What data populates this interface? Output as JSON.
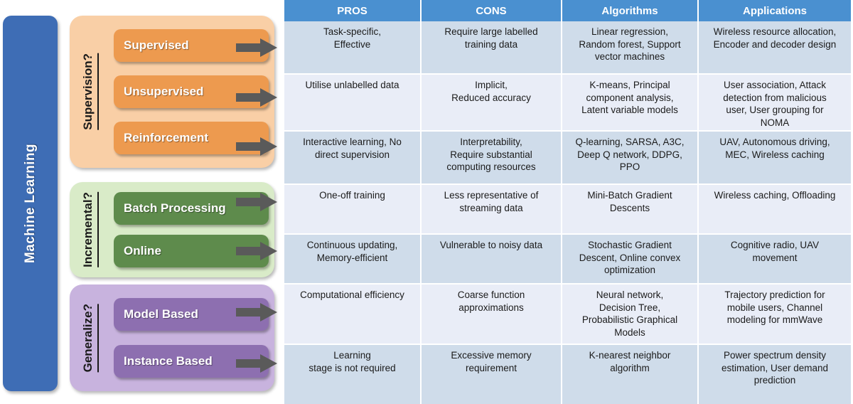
{
  "root": {
    "label": "Machine Learning"
  },
  "groups": [
    {
      "id": "supervision",
      "question": "Supervision?",
      "nodes": [
        {
          "label": "Supervised"
        },
        {
          "label": "Unsupervised"
        },
        {
          "label": "Reinforcement"
        }
      ]
    },
    {
      "id": "incremental",
      "question": "Incremental?",
      "nodes": [
        {
          "label": "Batch Processing"
        },
        {
          "label": "Online"
        }
      ]
    },
    {
      "id": "generalize",
      "question": "Generalize?",
      "nodes": [
        {
          "label": "Model Based"
        },
        {
          "label": "Instance Based"
        }
      ]
    }
  ],
  "table": {
    "headers": [
      "PROS",
      "CONS",
      "Algorithms",
      "Applications"
    ],
    "rows": [
      {
        "category": "Supervised",
        "pros": "Task-specific,\nEffective",
        "cons": "Require large labelled\ntraining data",
        "algorithms": "Linear regression,\nRandom forest, Support\nvector machines",
        "applications": "Wireless resource allocation,\nEncoder and decoder design"
      },
      {
        "category": "Unsupervised",
        "pros": "Utilise unlabelled data",
        "cons": "Implicit,\nReduced accuracy",
        "algorithms": "K-means, Principal\ncomponent analysis,\nLatent variable models",
        "applications": "User association, Attack\ndetection from malicious\nuser, User grouping for\nNOMA"
      },
      {
        "category": "Reinforcement",
        "pros": "Interactive learning, No\ndirect supervision",
        "cons": "Interpretability,\nRequire substantial\ncomputing resources",
        "algorithms": "Q-learning, SARSA, A3C,\nDeep Q network,  DDPG,\nPPO",
        "applications": "UAV, Autonomous driving,\nMEC, Wireless caching"
      },
      {
        "category": "Batch Processing",
        "pros": "One-off training",
        "cons": "Less representative of\nstreaming data",
        "algorithms": "Mini-Batch Gradient\nDescents",
        "applications": "Wireless caching, Offloading"
      },
      {
        "category": "Online",
        "pros": "Continuous updating,\nMemory-efficient",
        "cons": "Vulnerable to noisy data",
        "algorithms": "Stochastic Gradient\nDescent, Online convex\noptimization",
        "applications": "Cognitive radio, UAV\nmovement"
      },
      {
        "category": "Model Based",
        "pros": "Computational efficiency",
        "cons": "Coarse function\napproximations",
        "algorithms": "Neural network,\nDecision Tree,\nProbabilistic Graphical\nModels",
        "applications": "Trajectory prediction for\nmobile users, Channel\nmodeling for mmWave"
      },
      {
        "category": "Instance Based",
        "pros": "Learning\nstage is not required",
        "cons": "Excessive memory\nrequirement",
        "algorithms": "K-nearest neighbor\nalgorithm",
        "applications": "Power spectrum density\nestimation, User demand\nprediction"
      }
    ]
  },
  "colors": {
    "root": "#3E6DB5",
    "supervision_panel": "#F9CFA6",
    "supervision_node": "#ED9A4F",
    "incremental_panel": "#D9EBC8",
    "incremental_node": "#5E8B4C",
    "generalize_panel": "#C8B3DE",
    "generalize_node": "#8D6FB0",
    "table_header": "#4A90D0",
    "row_odd": "#CFDCEA",
    "row_even": "#E9EDF7",
    "arrow": "#5A5A5A"
  }
}
